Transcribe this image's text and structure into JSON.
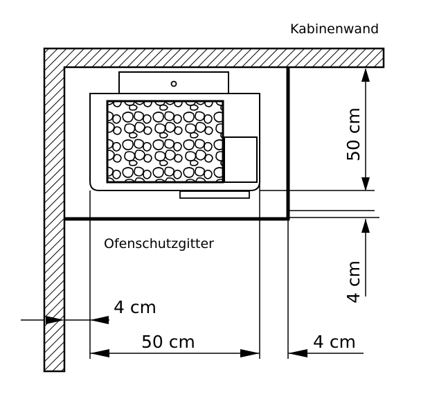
{
  "labels": {
    "wall": "Kabinenwand",
    "guard": "Ofenschutzgitter",
    "height_50": "50 cm",
    "height_4": "4 cm",
    "side_gap": "4 cm",
    "width_50": "50 cm",
    "right_gap": "4 cm"
  },
  "colors": {
    "ink": "#000000",
    "background": "#ffffff"
  }
}
